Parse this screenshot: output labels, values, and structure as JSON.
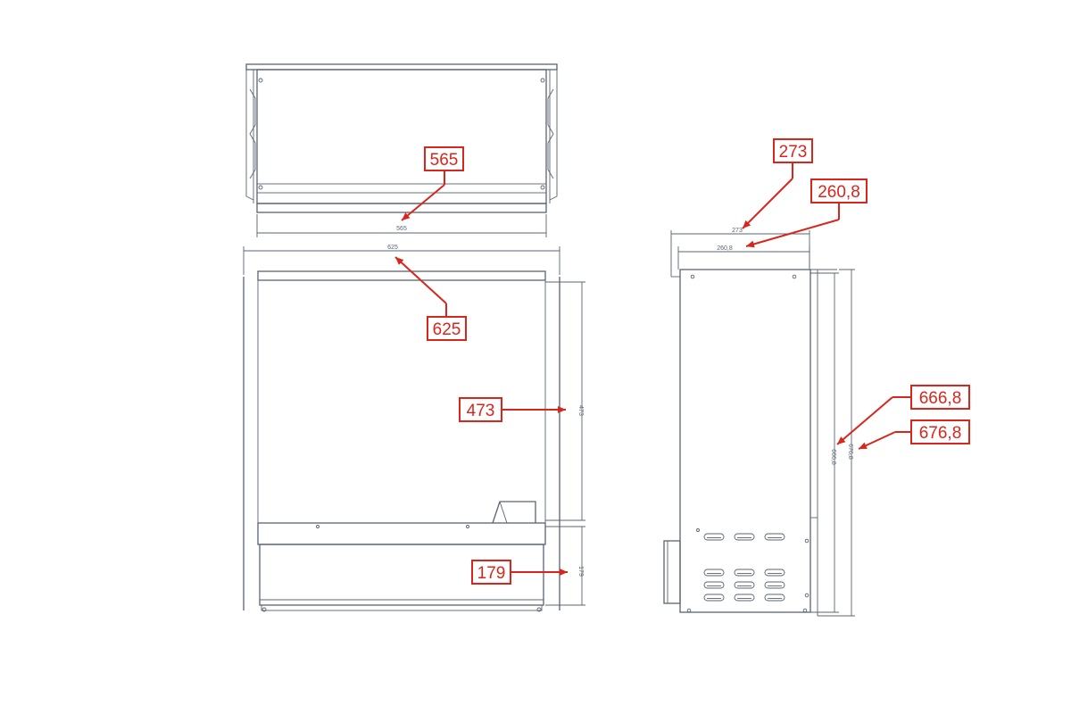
{
  "callouts": {
    "c565": "565",
    "c625": "625",
    "c473": "473",
    "c179": "179",
    "c273": "273",
    "c2608": "260,8",
    "c6668": "666,8",
    "c6768": "676,8"
  },
  "dims": {
    "d565": "565",
    "d625": "625",
    "d473": "473",
    "d179": "179",
    "d273": "273",
    "d2608": "260,8",
    "d6668": "666,8",
    "d6768": "676,8"
  },
  "colors": {
    "callout": "#d9261c",
    "linework": "#5a6472"
  }
}
